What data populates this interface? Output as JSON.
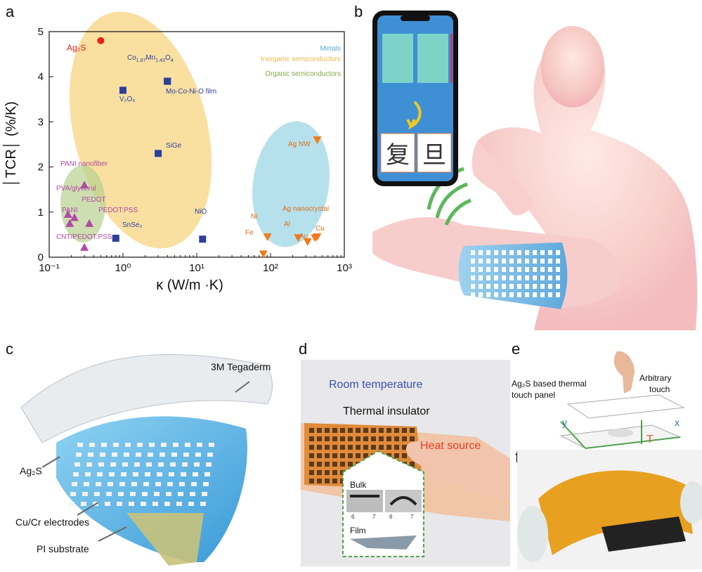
{
  "panels": {
    "a": "a",
    "b": "b",
    "c": "c",
    "d": "d",
    "e": "e",
    "f": "f"
  },
  "chart_data": {
    "type": "scatter",
    "xlabel": "κ (W/m ·K)",
    "ylabel": "│TCR│ (%/K)",
    "xscale": "log",
    "xlim": [
      0.1,
      1000
    ],
    "ylim": [
      0,
      5
    ],
    "x_ticks": [
      "10⁻¹",
      "10⁰",
      "10¹",
      "10²",
      "10³"
    ],
    "y_ticks": [
      "0",
      "1",
      "2",
      "3",
      "4",
      "5"
    ],
    "legend": [
      "Metals",
      "Inorganic semiconductors",
      "Organic semiconductors"
    ],
    "legend_colors": [
      "#5aa9d6",
      "#e8b84a",
      "#8aa64a"
    ],
    "series": [
      {
        "name": "Ag₂S",
        "color": "#e8201a",
        "marker": "circle",
        "points": [
          {
            "label": "Ag₂S",
            "x": 0.5,
            "y": 4.8
          }
        ]
      },
      {
        "name": "Inorganic semiconductors",
        "color": "#2b3f9c",
        "marker": "square",
        "points": [
          {
            "label": "Co1.87Mn1.43O4",
            "x": 4,
            "y": 3.9
          },
          {
            "label": "Mo-Co-Ni-O film",
            "x": 4,
            "y": 3.9
          },
          {
            "label": "V₂O₅",
            "x": 1,
            "y": 3.7
          },
          {
            "label": "SiGe",
            "x": 3,
            "y": 2.3
          },
          {
            "label": "NiO",
            "x": 12,
            "y": 0.4
          },
          {
            "label": "SnSe₂",
            "x": 0.8,
            "y": 0.42
          }
        ]
      },
      {
        "name": "Organic semiconductors",
        "color": "#b04aa6",
        "marker": "triangle-up",
        "points": [
          {
            "label": "PANI nanofiber",
            "x": 0.3,
            "y": 1.6
          },
          {
            "label": "PVA/glycerol",
            "x": 0.18,
            "y": 0.95
          },
          {
            "label": "PEDOT",
            "x": 0.22,
            "y": 0.88
          },
          {
            "label": "PANI",
            "x": 0.19,
            "y": 0.75
          },
          {
            "label": "PEDOT:PSS",
            "x": 0.35,
            "y": 0.75
          },
          {
            "label": "CNT/PEDOT:PSS",
            "x": 0.3,
            "y": 0.22
          }
        ]
      },
      {
        "name": "Metals",
        "color": "#f07a1a",
        "marker": "triangle-down",
        "points": [
          {
            "label": "Ag NW",
            "x": 430,
            "y": 2.6
          },
          {
            "label": "Ni",
            "x": 91,
            "y": 0.45
          },
          {
            "label": "Fe",
            "x": 80,
            "y": 0.07
          },
          {
            "label": "Al",
            "x": 237,
            "y": 0.43
          },
          {
            "label": "Au",
            "x": 318,
            "y": 0.34
          },
          {
            "label": "Cu",
            "x": 400,
            "y": 0.43
          },
          {
            "label": "Ag nanocrystal",
            "x": 429,
            "y": 0.45
          }
        ]
      }
    ]
  },
  "annotations": {
    "ag2s": "Ag₂S",
    "co": "Co",
    "co_sub1": "1.87",
    "mn": "Mn",
    "mn_sub": "1.43",
    "o": "O",
    "o_sub": "4",
    "mocoo": "Mo-Co-Ni-O film",
    "v2o5": "V₂O₅",
    "sige": "SiGe",
    "nio": "NiO",
    "snse2": "SnSe₂",
    "pani_nano": "PANI nanofiber",
    "pva": "PVA/glycerol",
    "pedot": "PEDOT",
    "pani": "PANI",
    "pedotpss": "PEDOT:PSS",
    "cnt": "CNT/PEDOT:PSS",
    "agnw": "Ag NW",
    "ni": "Ni",
    "fe": "Fe",
    "al": "Al",
    "au": "Au",
    "cu": "Cu",
    "agnano": "Ag nanocrystal"
  },
  "phone": {
    "char1": "复",
    "char2": "旦"
  },
  "panel_c": {
    "tegaderm": "3M Tegaderm",
    "ag2s": "Ag₂S",
    "electrodes": "Cu/Cr electrodes",
    "substrate": "PI substrate"
  },
  "panel_d": {
    "room": "Room temperature",
    "insulator": "Thermal insulator",
    "heat": "Heat source",
    "bulk": "Bulk",
    "film": "Film",
    "ruler_nums": [
      "6",
      "7"
    ]
  },
  "panel_e": {
    "ag2s_panel_1": "Ag₂S based thermal",
    "ag2s_panel_2": "touch panel",
    "arbitrary_1": "Arbitrary",
    "arbitrary_2": "touch",
    "y": "y",
    "x": "x",
    "t": "T"
  }
}
